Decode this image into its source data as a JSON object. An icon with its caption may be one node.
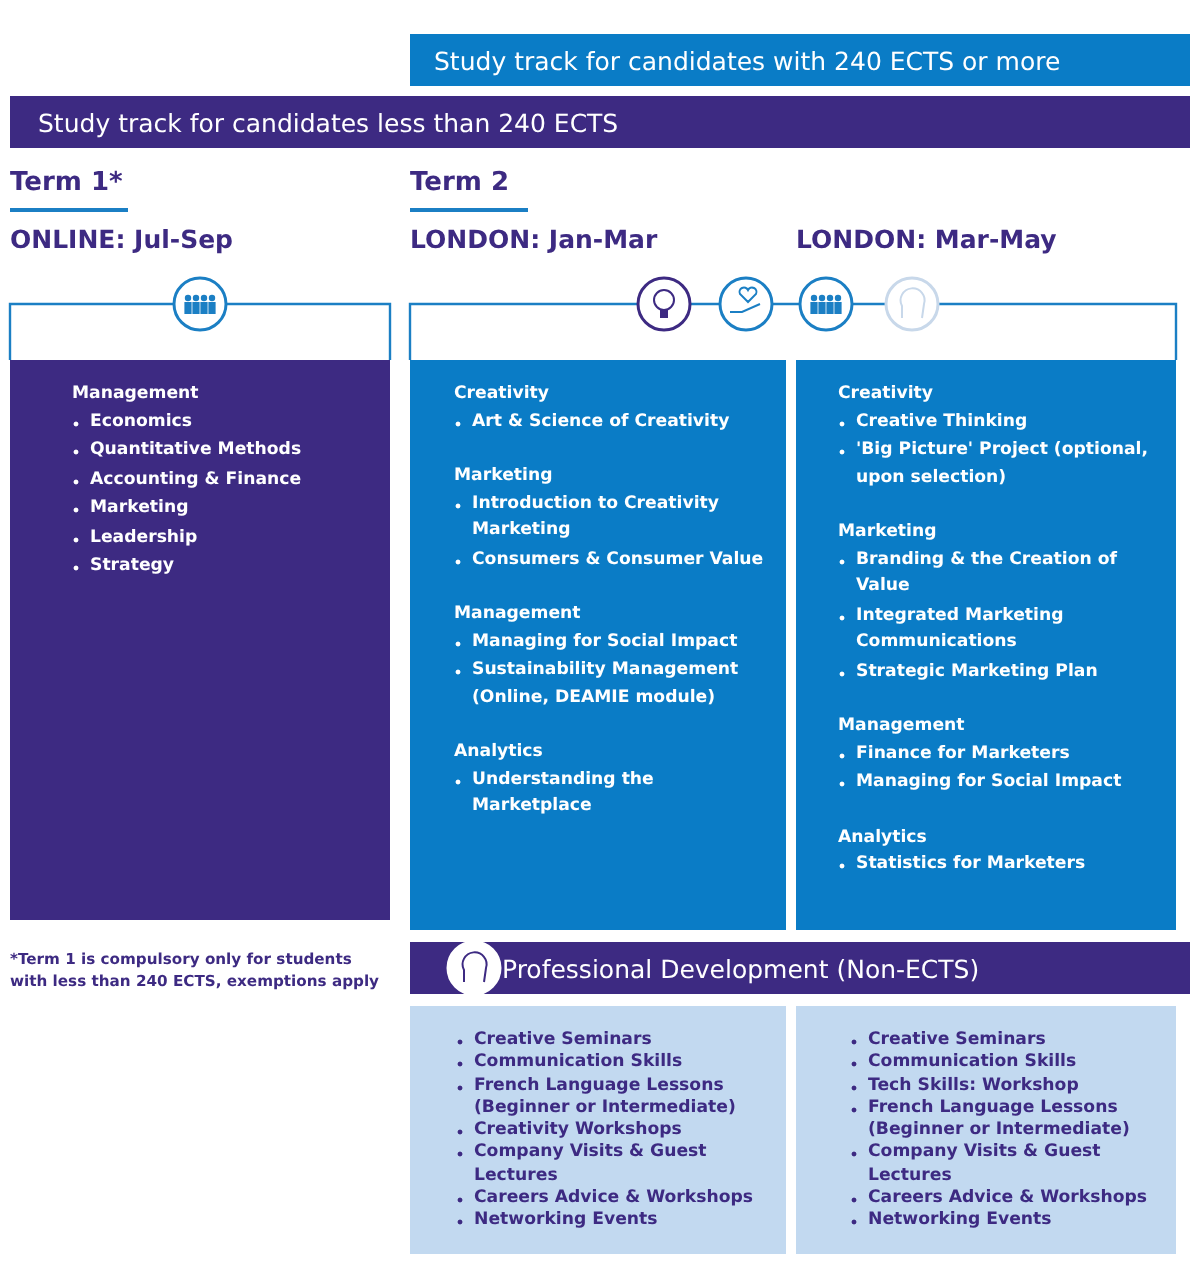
{
  "diagram": {
    "nodes": [
      {
        "text": [
          "Study track for candidates with 240 ECTS or more"
        ]
      },
      {
        "text": [
          "Study track for candidates less than 240 ECTS"
        ]
      },
      {
        "text": [
          "Management",
          "Economics",
          "Quantitative Methods",
          "Accounting & Finance",
          "Marketing",
          "Leadership",
          "Strategy"
        ]
      },
      {
        "text": [
          "Creativity",
          "Art & Science of Creativity",
          "Marketing",
          "Introduction to Creativity Marketing",
          "Consumers & Consumer Value",
          "Management",
          "Managing for Social Impact",
          "Sustainability Management (Online, DEAMIE module)",
          "Analytics",
          "Understanding the Marketplace"
        ]
      },
      {
        "text": [
          "Creativity",
          "Creative Thinking",
          "'Big Picture' Project (optional, upon selection)",
          "Marketing",
          "Branding & the Creation of Value",
          "Integrated Marketing Communications",
          "Strategic Marketing Plan",
          "Management",
          "Finance for Marketers",
          "Managing for Social Impact",
          "Analytics",
          "Statistics for Marketers"
        ]
      },
      {
        "text": [
          "Professional Development (Non-ECTS)"
        ]
      },
      {
        "text": [
          "Creative Seminars",
          "Communication Skills",
          "French Language Lessons (Beginner or Intermediate)",
          "Creativity Workshops",
          "Company Visits & Guest Lectures",
          "Careers Advice & Workshops",
          "Networking Events"
        ]
      },
      {
        "text": [
          "Creative Seminars",
          "Communication Skills",
          "Tech Skills: Workshop",
          "French Language Lessons (Beginner or Intermediate)",
          "Company Visits & Guest Lectures",
          "Careers Advice & Workshops",
          "Networking Events"
        ]
      }
    ],
    "labels": [
      "Term 1*",
      "Term 2",
      "ONLINE: Jul-Sep",
      "LONDON: Jan-Mar",
      "LONDON: Mar-May",
      "*Term 1 is compulsory only for students with less than 240 ECTS, exemptions apply"
    ]
  }
}
